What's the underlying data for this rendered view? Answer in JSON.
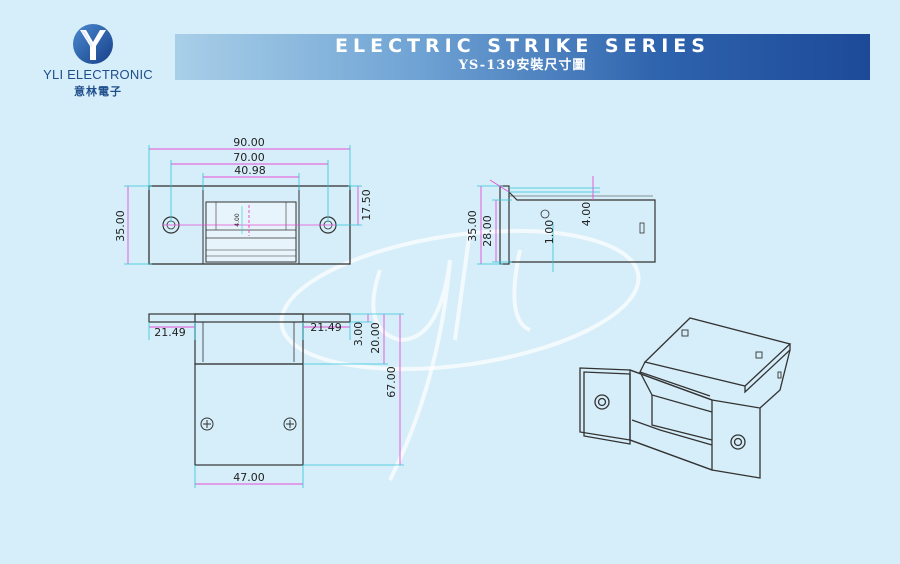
{
  "header": {
    "brand_en": "YLI ELECTRONIC",
    "brand_cn": "意林電子",
    "title": "ELECTRIC STRIKE SERIES",
    "subtitle": "YS-139安裝尺寸圖"
  },
  "colors": {
    "background": "#d6eef9",
    "dimension_line": "#e64fd6",
    "extension_line": "#2fc6d8",
    "outline": "#333333",
    "banner_dark": "#1d4a98",
    "banner_light": "#a9cfe8"
  },
  "dimensions": {
    "front": {
      "overall_width": "90.00",
      "hole_spacing": "70.00",
      "opening_width": "40.98",
      "height": "35.00",
      "hole_height": "17.50",
      "small_label": "4.00"
    },
    "side": {
      "height": "35.00",
      "inner_height": "28.00",
      "offset": "1.00",
      "thickness": "4.00"
    },
    "bottom": {
      "left_ear": "21.49",
      "right_ear": "21.49",
      "lip": "3.00",
      "depth_top": "20.00",
      "total_depth": "67.00",
      "body_width": "47.00"
    }
  },
  "watermark": "yli"
}
